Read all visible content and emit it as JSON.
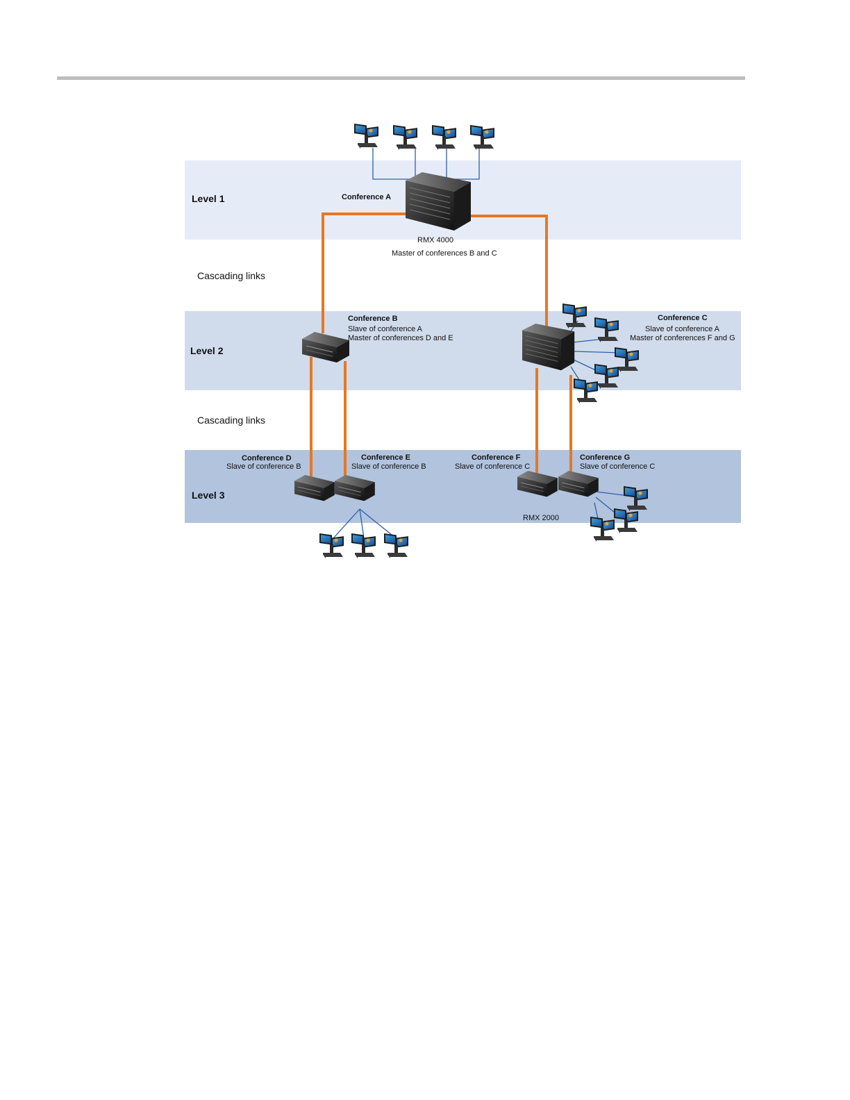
{
  "levels": {
    "level1": "Level 1",
    "level2": "Level 2",
    "level3": "Level 3"
  },
  "cascading": {
    "upper": "Cascading links",
    "lower": "Cascading links"
  },
  "conferences": {
    "a": {
      "title": "Conference A",
      "device": "RMX 4000",
      "role": "Master of conferences B and C"
    },
    "b": {
      "title": "Conference B",
      "line1": "Slave of conference A",
      "line2": "Master of conferences D and E"
    },
    "c": {
      "title": "Conference C",
      "line1": "Slave of conference A",
      "line2": "Master of conferences F and G"
    },
    "d": {
      "title": "Conference D",
      "line1": "Slave of conference B"
    },
    "e": {
      "title": "Conference E",
      "line1": "Slave of conference B"
    },
    "f": {
      "title": "Conference F",
      "line1": "Slave of conference C",
      "device": "RMX 2000"
    },
    "g": {
      "title": "Conference G",
      "line1": "Slave of conference C"
    }
  },
  "colors": {
    "cascade_link": "#e87722",
    "endpoint_link": "#2f5fa8",
    "band_level1": "#e6ecf7",
    "band_level2": "#d0dcec",
    "band_level3": "#b1c3dd"
  },
  "icons": {
    "mcu": "mcu-server-icon",
    "endpoint": "video-endpoint-icon"
  }
}
